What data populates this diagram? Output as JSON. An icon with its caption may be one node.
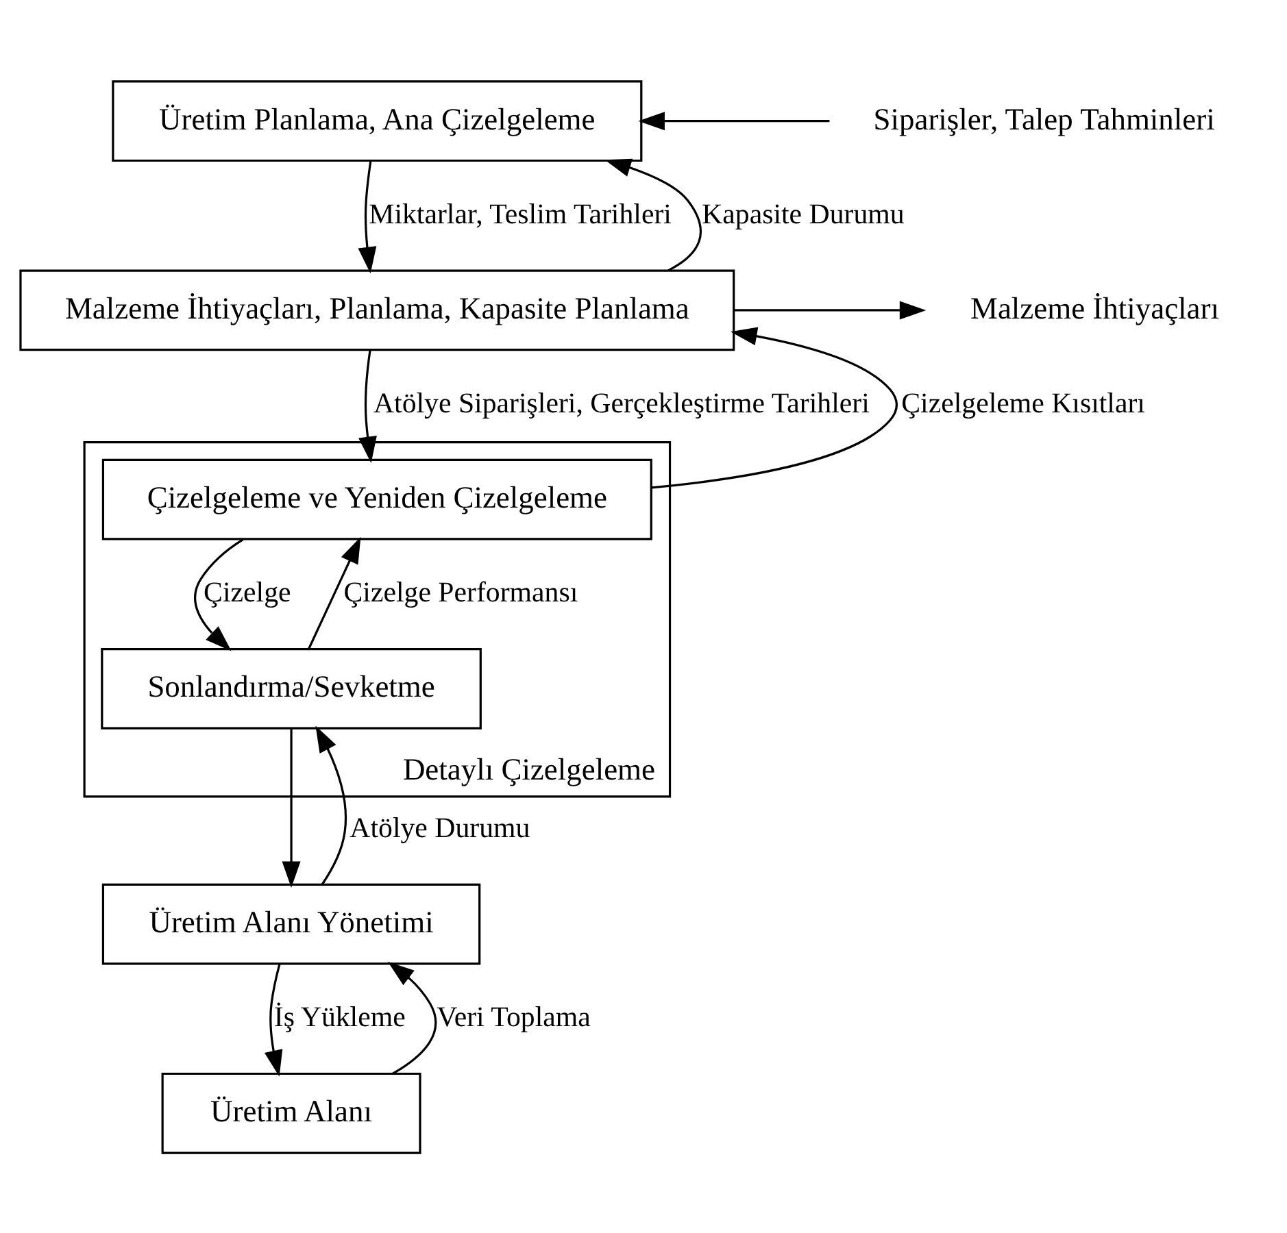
{
  "diagram": {
    "nodes": [
      {
        "text": [
          "Üretim Planlama, Ana Çizelgeleme"
        ]
      },
      {
        "text": [
          "Siparişler, Talep Tahminleri"
        ]
      },
      {
        "text": [
          "Malzeme İhtiyaçları, Planlama, Kapasite Planlama"
        ]
      },
      {
        "text": [
          "Malzeme İhtiyaçları"
        ]
      },
      {
        "text": [
          "Detaylı Çizelgeleme"
        ]
      },
      {
        "text": [
          "Çizelgeleme ve Yeniden Çizelgeleme"
        ],
        "in": 4
      },
      {
        "text": [
          "Sonlandırma/Sevketme"
        ],
        "in": 4
      },
      {
        "text": [
          "Üretim Alanı Yönetimi"
        ]
      },
      {
        "text": [
          "Üretim Alanı"
        ]
      }
    ],
    "edges": [
      {
        "from": 1,
        "to": 0,
        "arrow": "to"
      },
      {
        "from": 0,
        "to": 2,
        "arrow": "to",
        "label": "Miktarlar, Teslim Tarihleri"
      },
      {
        "from": 2,
        "to": 0,
        "arrow": "to",
        "label": "Kapasite Durumu"
      },
      {
        "from": 2,
        "to": 3,
        "arrow": "to"
      },
      {
        "from": 2,
        "to": 5,
        "arrow": "to",
        "label": "Atölye Siparişleri, Gerçekleştirme Tarihleri"
      },
      {
        "from": 5,
        "to": 2,
        "arrow": "to",
        "label": "Çizelgeleme Kısıtları"
      },
      {
        "from": 5,
        "to": 6,
        "arrow": "to",
        "label": "Çizelge"
      },
      {
        "from": 6,
        "to": 5,
        "arrow": "to",
        "label": "Çizelge Performansı"
      },
      {
        "from": 6,
        "to": 7,
        "arrow": "to"
      },
      {
        "from": 7,
        "to": 6,
        "arrow": "to",
        "label": "Atölye Durumu"
      },
      {
        "from": 8,
        "to": 7,
        "arrow": "to",
        "label": "Veri Toplama"
      },
      {
        "from": 7,
        "to": 8,
        "arrow": "to",
        "label": "İş Yükleme"
      }
    ]
  }
}
